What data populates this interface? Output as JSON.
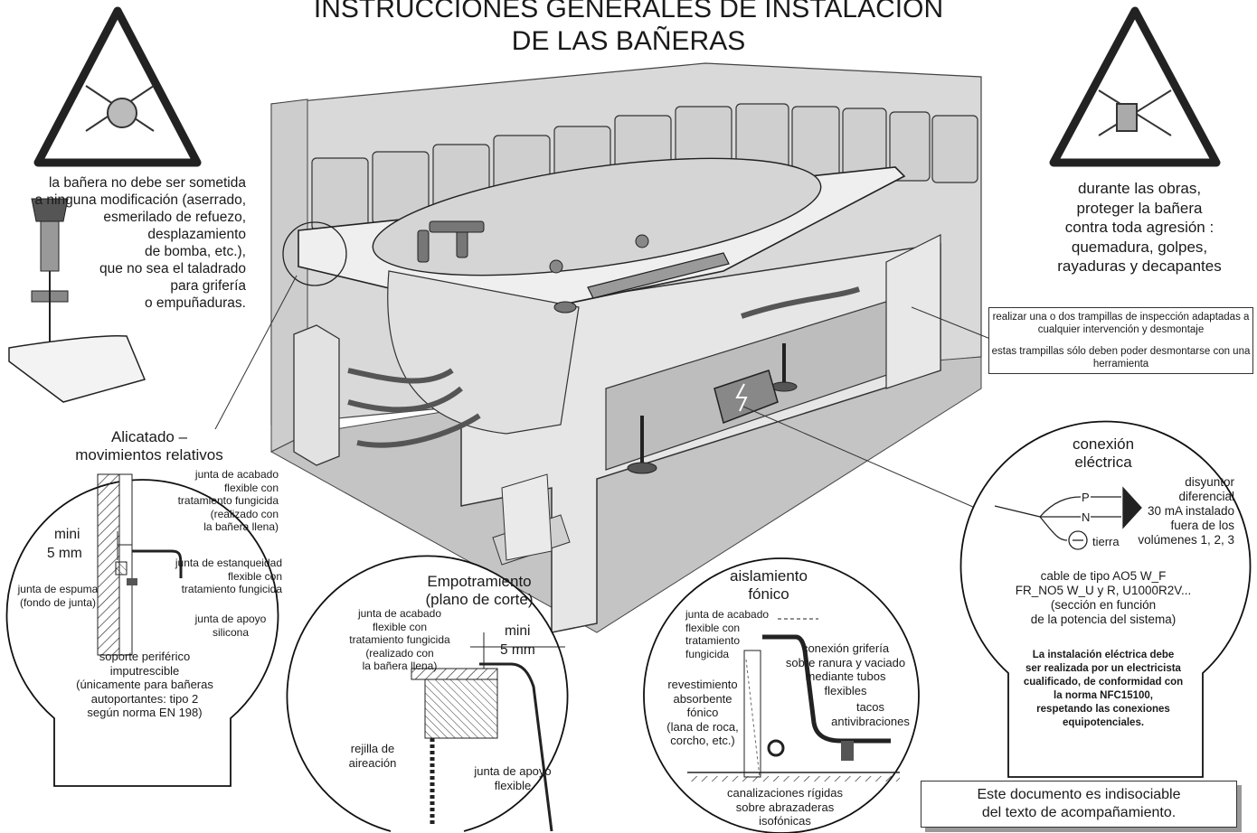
{
  "title": {
    "line1": "INSTRUCCIONES GENERALES DE INSTALACIÓN",
    "line2": "DE LAS BAÑERAS"
  },
  "warnings": {
    "left": {
      "lines": [
        "la bañera no debe ser sometida",
        "a ninguna modificación (aserrado,",
        "esmerilado de refuezo,",
        "desplazamiento",
        "de bomba, etc.),",
        "que no sea el taladrado",
        "para grifería",
        "o empuñaduras."
      ]
    },
    "right": {
      "lines": [
        "durante las obras,",
        "proteger la bañera",
        "contra toda agresión :",
        "quemadura, golpes,",
        "rayaduras y decapantes"
      ]
    }
  },
  "inspection_note": {
    "para1": "realizar una o dos trampillas de inspección adaptadas a cualquier intervención y desmontaje",
    "para2": "estas trampillas sólo deben poder desmontarse con una herramienta"
  },
  "detail_tiling": {
    "heading": [
      "Alicatado –",
      "movimientos relativos"
    ],
    "finish_joint": [
      "junta de acabado",
      "flexible con",
      "tratamiento fungicida",
      "(realizado con",
      "la bañera llena)"
    ],
    "mini_label": "mini",
    "mini_value": "5 mm",
    "seal_joint": [
      "junta de estanqueidad",
      "flexible con",
      "tratamiento fungicida"
    ],
    "foam_joint": [
      "junta de espuma",
      "(fondo de junta)"
    ],
    "silicone_joint": [
      "junta de apoyo",
      "silicona"
    ],
    "support": [
      "soporte periférico",
      "imputrescible",
      "(únicamente para bañeras",
      "autoportantes: tipo 2",
      "según norma EN 198)"
    ]
  },
  "detail_embed": {
    "heading": [
      "Empotramiento",
      "(plano de corte)"
    ],
    "finish_joint": [
      "junta de acabado",
      "flexible con",
      "tratamiento fungicida",
      "(realizado con",
      "la bañera llena)"
    ],
    "mini_label": "mini",
    "mini_value": "5 mm",
    "grille": [
      "rejilla de",
      "aireación"
    ],
    "support_joint": [
      "junta de apoyo",
      "flexible"
    ]
  },
  "detail_acoustic": {
    "heading": [
      "aislamiento",
      "fónico"
    ],
    "finish_joint": [
      "junta de acabado",
      "flexible con",
      "tratamiento",
      "fungicida"
    ],
    "cladding": [
      "revestimiento",
      "absorbente",
      "fónico",
      "(lana de roca,",
      "corcho, etc.)"
    ],
    "connection": [
      "conexión grifería",
      "sobre ranura y vaciado",
      "mediante tubos",
      "flexibles"
    ],
    "studs": [
      "tacos",
      "antivibraciones"
    ],
    "pipes": [
      "canalizaciones rígidas",
      "sobre abrazaderas",
      "isofónicas"
    ]
  },
  "detail_electric": {
    "heading": [
      "conexión",
      "eléctrica"
    ],
    "P": "P",
    "N": "N",
    "earth": "tierra",
    "breaker": [
      "disyuntor",
      "diferencial",
      "30 mA instalado",
      "fuera de los",
      "volúmenes 1, 2, 3"
    ],
    "cable": [
      "cable de tipo AO5 W_F",
      "FR_NO5 W_U y R, U1000R2V...",
      "(sección en función",
      "de la potencia del sistema)"
    ],
    "note": [
      "La instalación eléctrica debe",
      "ser realizada por un electricista",
      "cualificado, de conformidad con",
      "la norma NFC15100,",
      "respetando las conexiones",
      "equipotenciales."
    ]
  },
  "footer": {
    "lines": [
      "Este documento es indisociable",
      "del texto de acompañamiento."
    ]
  },
  "colors": {
    "wall": "#d9d9d9",
    "floor": "#c8c8c8",
    "tile": "#cfcfcf",
    "line": "#222222",
    "cabinet": "#e6e6e6"
  }
}
